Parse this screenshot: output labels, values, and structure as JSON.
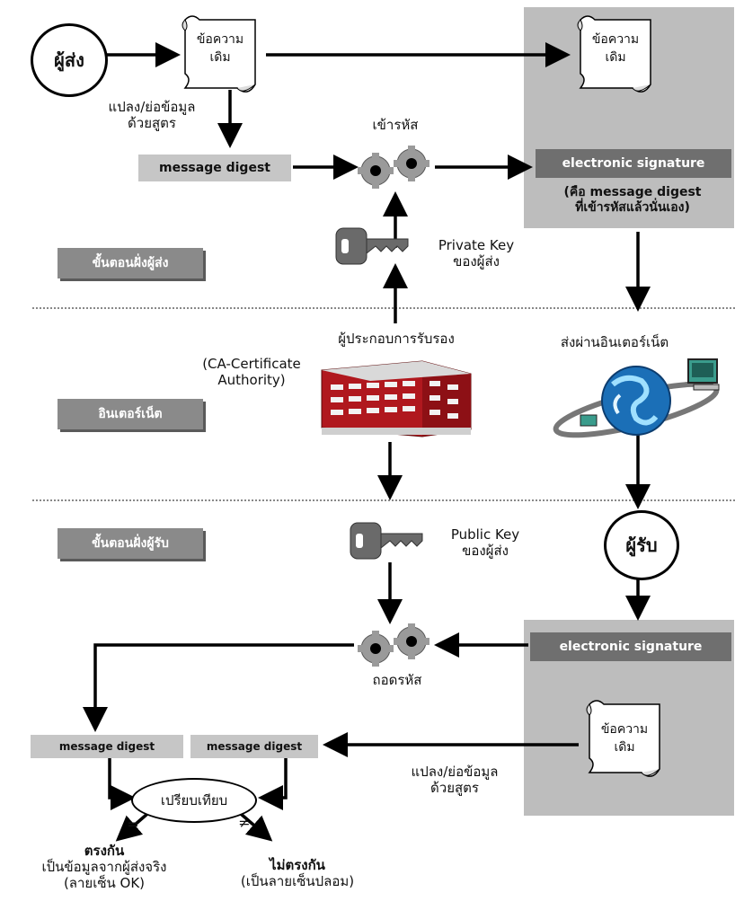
{
  "sender": "ผู้ส่ง",
  "receiver": "ผู้รับ",
  "original_message": [
    "ข้อความ",
    "เดิม"
  ],
  "transform_label": [
    "แปลง/ย่อข้อมูล",
    "ด้วยสูตร"
  ],
  "message_digest": "message digest",
  "encrypt_label": "เข้ารหัส",
  "decrypt_label": "ถอดรหัส",
  "electronic_signature": "electronic signature",
  "esig_note": [
    "(คือ message digest",
    "ที่เข้ารหัสแล้วนั่นเอง)"
  ],
  "private_key": [
    "Private Key",
    "ของผู้ส่ง"
  ],
  "public_key": [
    "Public Key",
    "ของผู้ส่ง"
  ],
  "ca_title": "ผู้ประกอบการรับรอง",
  "ca_note": [
    "(CA-Certificate",
    "Authority)"
  ],
  "via_internet": "ส่งผ่านอินเตอร์เน็ต",
  "phases": {
    "sender_side": "ขั้นตอนฝั่งผู้ส่ง",
    "internet": "อินเตอร์เน็ต",
    "receiver_side": "ขั้นตอนฝั่งผู้รับ"
  },
  "compare": "เปรียบเทียบ",
  "equal_sign": "=",
  "not_equal_sign": "≠",
  "match": {
    "title": "ตรงกัน",
    "line1": "เป็นข้อมูลจากผู้ส่งจริง",
    "line2": "(ลายเซ็น OK)"
  },
  "mismatch": {
    "title": "ไม่ตรงกัน",
    "line1": "(เป็นลายเซ็นปลอม)"
  }
}
